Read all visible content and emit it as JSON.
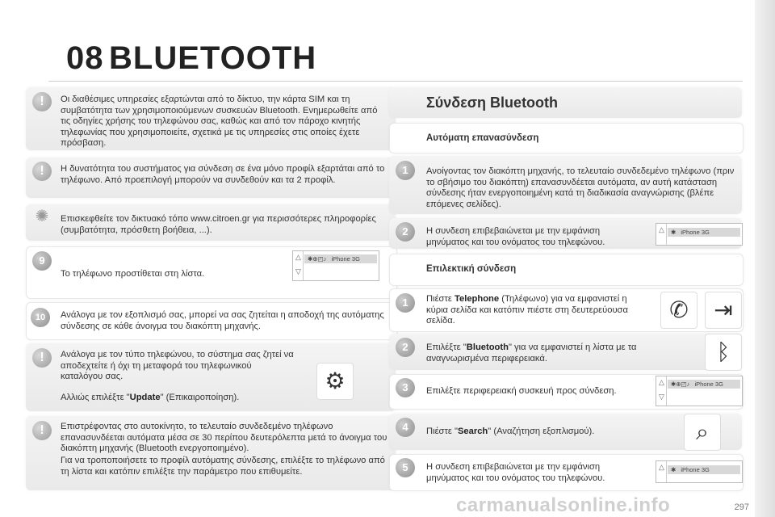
{
  "header": {
    "chapter": "08",
    "title": "BLUETOOTH"
  },
  "left": {
    "note1": "Οι διαθέσιμες υπηρεσίες εξαρτώνται από το δίκτυο, την κάρτα SIM και τη συμβατότητα των χρησιμοποιούμενων συσκευών Bluetooth. Ενημερωθείτε από τις οδηγίες χρήσης του τηλεφώνου σας, καθώς και από τον πάροχο κινητής τηλεφωνίας που χρησιμοποιείτε, σχετικά με τις υπηρεσίες στις οποίες έχετε πρόσβαση.",
    "note2": "Η δυνατότητα του συστήματος για σύνδεση σε ένα μόνο προφίλ εξαρτάται από το τηλέφωνο. Από προεπιλογή μπορούν να συνδεθούν και τα 2 προφίλ.",
    "tip": "Επισκεφθείτε τον δικτυακό τόπο www.citroen.gr για περισσότερες πληροφορίες (συμβατότητα, πρόσθετη βοήθεια, ...).",
    "step9_badge": "9",
    "step9": "Το τηλέφωνο προστίθεται στη λίστα.",
    "step10_badge": "10",
    "step10": "Ανάλογα με τον εξοπλισμό σας, μπορεί να σας ζητείται η αποδοχή της αυτόματης σύνδεσης σε κάθε άνοιγμα του διακόπτη μηχανής.",
    "note3a": "Ανάλογα με τον τύπο τηλεφώνου, το σύστημα σας ζητεί να αποδεχτείτε ή όχι τη μεταφορά του τηλεφωνικού καταλόγου σας.",
    "note3b_pre": "Αλλιώς επιλέξτε \"",
    "note3b_bold": "Update",
    "note3b_post": "\" (Επικαιροποίηση).",
    "note4a": "Επιστρέφοντας στο αυτοκίνητο, το τελευταίο συνδεδεμένο τηλέφωνο επανασυνδέεται αυτόματα μέσα σε 30 περίπου δευτερόλεπτα μετά το άνοιγμα του διακόπτη μηχανής (Bluetooth ενεργοποιημένο).",
    "note4b": "Για να τροποποιήσετε το προφίλ αυτόματης σύνδεσης, επιλέξτε το τηλέφωνο από τη λίστα και κατόπιν επιλέξτε την παράμετρο που επιθυμείτε."
  },
  "right": {
    "title": "Σύνδεση Bluetooth",
    "auto_heading": "Αυτόματη επανασύνδεση",
    "auto1_badge": "1",
    "auto1": "Ανοίγοντας τον διακόπτη μηχανής, το τελευταίο συνδεδεμένο τηλέφωνο (πριν το σβήσιμο του διακόπτη) επανασυνδέεται αυτόματα, αν αυτή κατάσταση σύνδεσης ήταν ενεργοποιημένη κατά τη διαδικασία αναγνώρισης (βλέπε επόμενες σελίδες).",
    "auto2_badge": "2",
    "auto2": "Η συνδεση επιβεβαιώνεται με την εμφάνιση μηνύματος και του ονόματος του τηλεφώνου.",
    "manual_heading": "Επιλεκτική σύνδεση",
    "m1_badge": "1",
    "m1_pre": "Πιέστε ",
    "m1_bold": "Telephone",
    "m1_post": " (Τηλέφωνο) για να εμφανιστεί η κύρια σελίδα και κατόπιν πιέστε στη δευτερεύουσα σελίδα.",
    "m2_badge": "2",
    "m2_pre": "Επιλέξτε \"",
    "m2_bold": "Bluetooth",
    "m2_post": "\" για να εμφανιστεί η λίστα με τα αναγνωρισμένα περιφερειακά.",
    "m3_badge": "3",
    "m3": "Επιλέξτε περιφερειακή συσκευή προς σύνδεση.",
    "m4_badge": "4",
    "m4_pre": "Πιέστε \"",
    "m4_bold": "Search",
    "m4_post": "\" (Αναζήτηση εξοπλισμού).",
    "m5_badge": "5",
    "m5": "Η συνδεση επιβεβαιώνεται με την εμφάνιση μηνύματος και του ονόματος του τηλεφώνου."
  },
  "screens": {
    "phone_name": "iPhone 3G"
  },
  "footer": {
    "page": "297",
    "watermark": "carmanualsonline.info"
  }
}
